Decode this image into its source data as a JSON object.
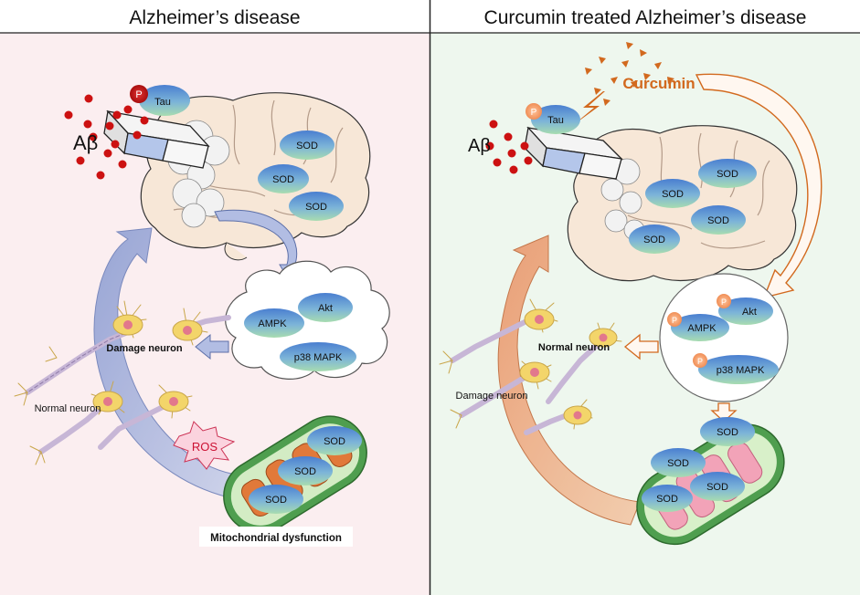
{
  "panels": {
    "left": {
      "title": "Alzheimer’s disease",
      "abeta": "Aβ",
      "tau": "Tau",
      "phospho": "P",
      "sod": "SOD",
      "kinases": [
        "AMPK",
        "Akt",
        "p38 MAPK"
      ],
      "damage_neuron": "Damage neuron",
      "normal_neuron": "Normal neuron",
      "ros": "ROS",
      "mito": "Mitochondrial dysfunction"
    },
    "right": {
      "title": "Curcumin treated Alzheimer’s disease",
      "curcumin": "Curcumin",
      "abeta": "Aβ",
      "tau": "Tau",
      "phospho": "P",
      "sod": "SOD",
      "kinases": [
        "AMPK",
        "Akt",
        "p38 MAPK"
      ],
      "normal_neuron": "Normal neuron",
      "damage_neuron": "Damage neuron"
    }
  },
  "colors": {
    "left_bg": "#fbeef0",
    "right_bg": "#eef7ee",
    "abeta_red": "#cc1111",
    "curcumin_orange": "#d2691e",
    "left_arrow": "#8f9fcf",
    "right_arrow": "#d88a5a"
  }
}
